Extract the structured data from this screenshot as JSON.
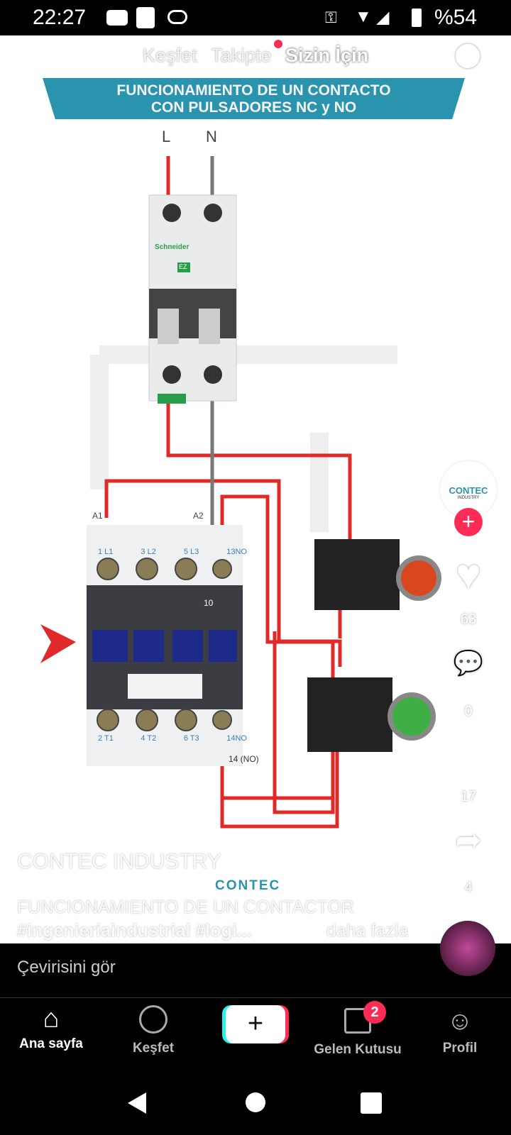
{
  "status_bar": {
    "time": "22:27",
    "battery": "%54"
  },
  "top_tabs": {
    "explore": "Keşfet",
    "following": "Takipte",
    "for_you": "Sizin İçin"
  },
  "video": {
    "banner_line1": "FUNCIONAMIENTO DE UN CONTACTO",
    "banner_line2": "CON PULSADORES NC y NO",
    "labels": {
      "L": "L",
      "N": "N",
      "A1": "A1",
      "A2": "A2",
      "top_terminals": [
        "1 L1",
        "3 L2",
        "5 L3",
        "13NO"
      ],
      "bottom_terminals": [
        "2 T1",
        "4 T2",
        "6 T3",
        "14NO"
      ],
      "aux": "10",
      "no14": "14 (NO)",
      "breaker_brand": "Schneider",
      "breaker_ez": "EZ",
      "watermark": "CONTEC"
    }
  },
  "sidebar": {
    "creator_logo": "CONTEC",
    "creator_logo_sub": "INDUSTRY",
    "likes": "63",
    "comments": "0",
    "saves": "17",
    "shares": "4"
  },
  "caption": {
    "author": "CONTEC INDUSTRY",
    "text": "FUNCIONAMIENTO DE UN CONTACTOR",
    "hashtags": "#ingenieriaindustrial #logi...",
    "more": "daha fazla"
  },
  "translate": "Çevirisini gör",
  "nav": {
    "home": "Ana sayfa",
    "explore": "Keşfet",
    "inbox": "Gelen Kutusu",
    "inbox_badge": "2",
    "profile": "Profil"
  },
  "colors": {
    "wire_red": "#e02a2a",
    "banner": "#2a93ad",
    "accent": "#fe2c55"
  }
}
